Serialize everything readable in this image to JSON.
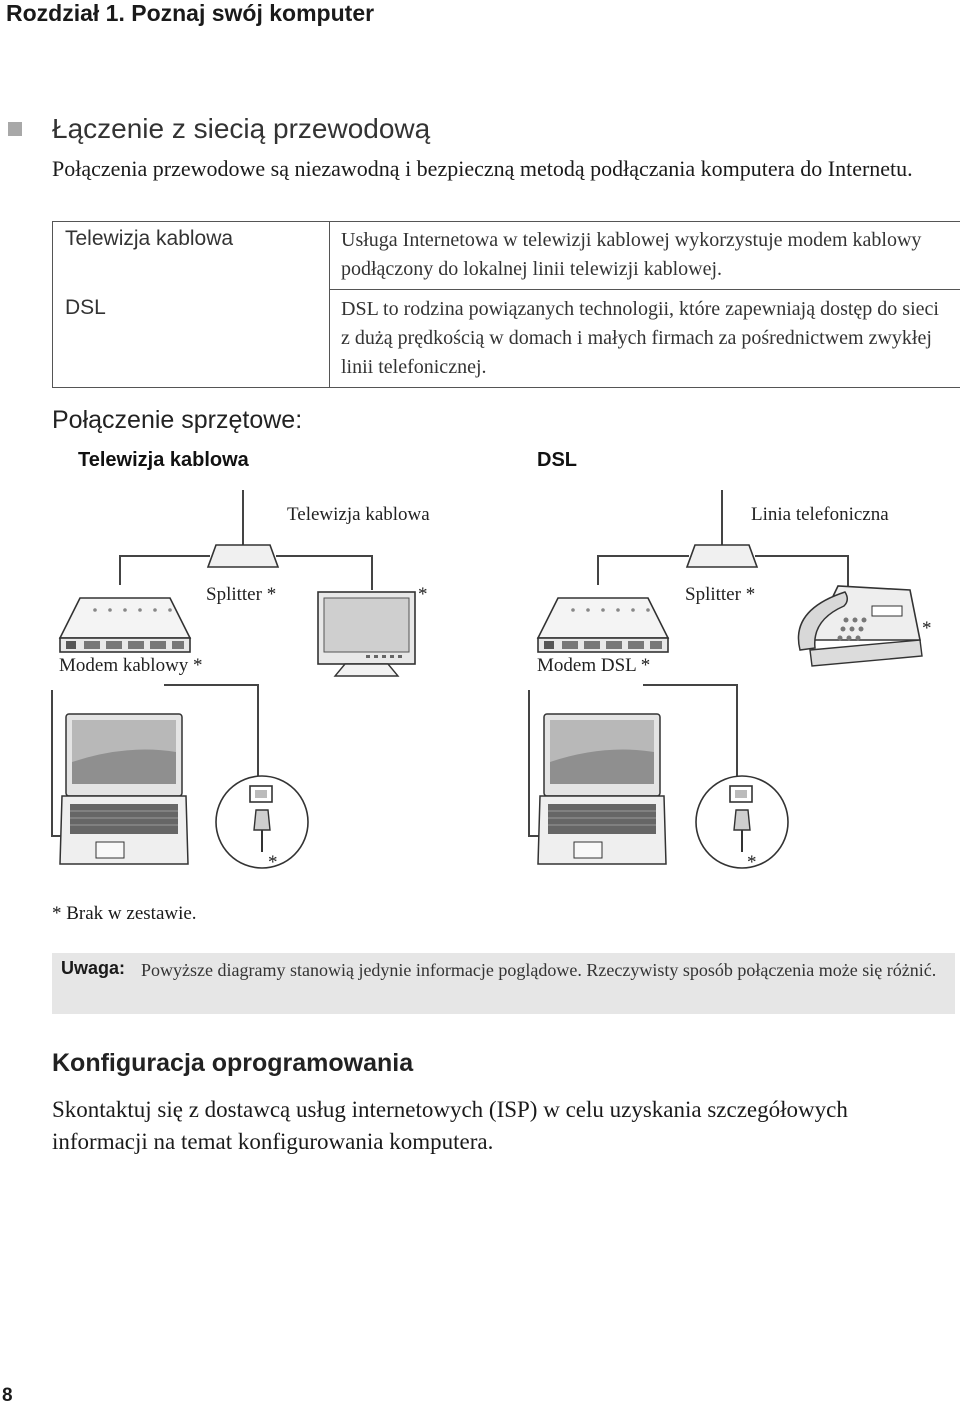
{
  "header": {
    "chapter": "Rozdział 1. Poznaj swój komputer"
  },
  "section": {
    "title": "Łączenie z siecią przewodową",
    "intro": "Połączenia przewodowe są niezawodną i bezpieczną metodą podłączania komputera do Internetu."
  },
  "table": {
    "rows": [
      {
        "term": "Telewizja kablowa",
        "desc": "Usługa Internetowa w telewizji kablowej wykorzystuje modem kablowy podłączony do lokalnej linii telewizji kablowej."
      },
      {
        "term": "DSL",
        "desc": "DSL to rodzina powiązanych technologii, które zapewniają dostęp do sieci z dużą prędkością w domach i małych firmach za pośrednictwem zwykłej linii telefonicznej."
      }
    ]
  },
  "hardware": {
    "title": "Połączenie sprzętowe:",
    "cable": {
      "heading": "Telewizja kablowa",
      "line_label": "Telewizja kablowa",
      "splitter": "Splitter *",
      "monitor_asterisk": "*",
      "modem": "Modem kablowy *",
      "cable_asterisk": "*"
    },
    "dsl": {
      "heading": "DSL",
      "line_label": "Linia telefoniczna",
      "splitter": "Splitter *",
      "phone_asterisk": "*",
      "modem": "Modem DSL *",
      "cable_asterisk": "*"
    }
  },
  "footnote": "* Brak w zestawie.",
  "note": {
    "label": "Uwaga:",
    "text": "Powyższe diagramy stanowią jedynie informacje poglądowe. Rzeczywisty sposób połączenia może się różnić."
  },
  "software": {
    "title": "Konfiguracja oprogramowania",
    "text": "Skontaktuj się z dostawcą usług internetowych (ISP) w celu uzyskania szczegółowych informacji na temat konfigurowania komputera."
  },
  "page_number": "8"
}
